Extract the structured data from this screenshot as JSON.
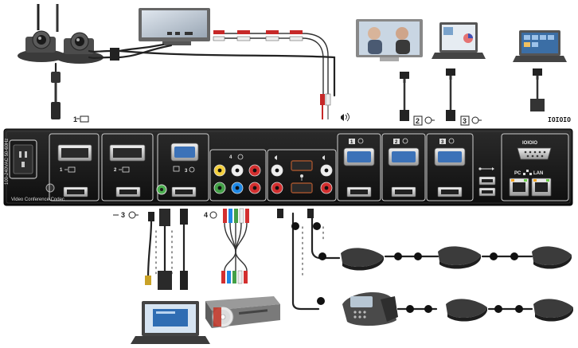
{
  "labels": {
    "camera_1": "1",
    "display_2": "2",
    "display_3": "3",
    "serial_top": "IOIOIO",
    "serial_panel": "IOIOIO",
    "presentation_3": "3",
    "audio_4": "4",
    "panel_input_1": "1",
    "panel_input_2": "2",
    "panel_input_3": "3",
    "panel_audio_4": "4",
    "panel_pc": "PC",
    "panel_lan": "LAN",
    "panel_out_1": "1",
    "panel_out_2": "2",
    "panel_out_3": "3",
    "power_rating": "100-240VAC 50-60Hz",
    "model_tag": "Video Conference Codec"
  },
  "icons": [
    "camera-icon",
    "display-icon",
    "laptop-icon",
    "tablet-icon",
    "speaker-icon",
    "microphone-icon",
    "dvd-player-icon",
    "usb-icon",
    "network-icon",
    "power-socket-icon"
  ]
}
